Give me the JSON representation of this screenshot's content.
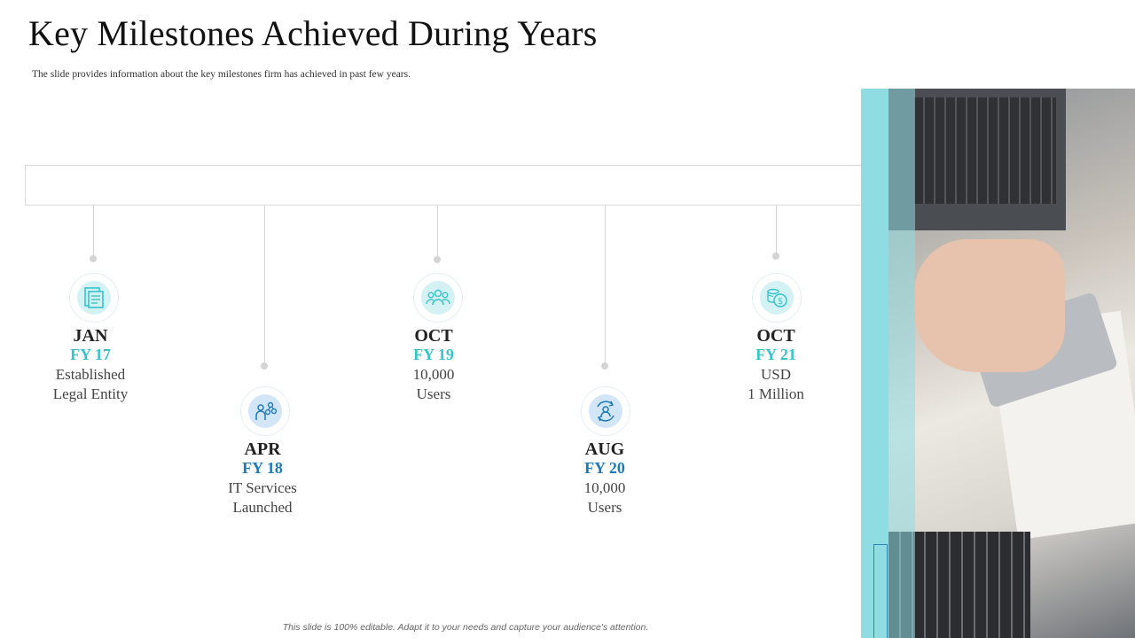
{
  "slide": {
    "title": "Key Milestones Achieved During Years",
    "subtitle": "The slide provides  information about the key milestones firm has achieved in past few years.",
    "footer": "This slide is 100% editable. Adapt it to your needs and capture your audience's attention."
  },
  "milestones": [
    {
      "month": "JAN",
      "fy": "FY 17",
      "desc_line1": "Established",
      "desc_line2": "Legal Entity",
      "icon": "document-icon",
      "accent": "#35c4cc"
    },
    {
      "month": "APR",
      "fy": "FY 18",
      "desc_line1": "IT Services",
      "desc_line2": "Launched",
      "icon": "network-person-icon",
      "accent": "#1f7ab8"
    },
    {
      "month": "OCT",
      "fy": "FY 19",
      "desc_line1": "10,000",
      "desc_line2": "Users",
      "icon": "users-group-icon",
      "accent": "#35c4cc"
    },
    {
      "month": "AUG",
      "fy": "FY 20",
      "desc_line1": "10,000",
      "desc_line2": "Users",
      "icon": "user-refresh-icon",
      "accent": "#1f7ab8"
    },
    {
      "month": "OCT",
      "fy": "FY 21",
      "desc_line1": "USD",
      "desc_line2": "1 Million",
      "icon": "coins-dollar-icon",
      "accent": "#35c4cc"
    }
  ],
  "colors": {
    "teal": "#35c4cc",
    "blue": "#1f7ab8",
    "photo_band": "#8fdde2"
  }
}
